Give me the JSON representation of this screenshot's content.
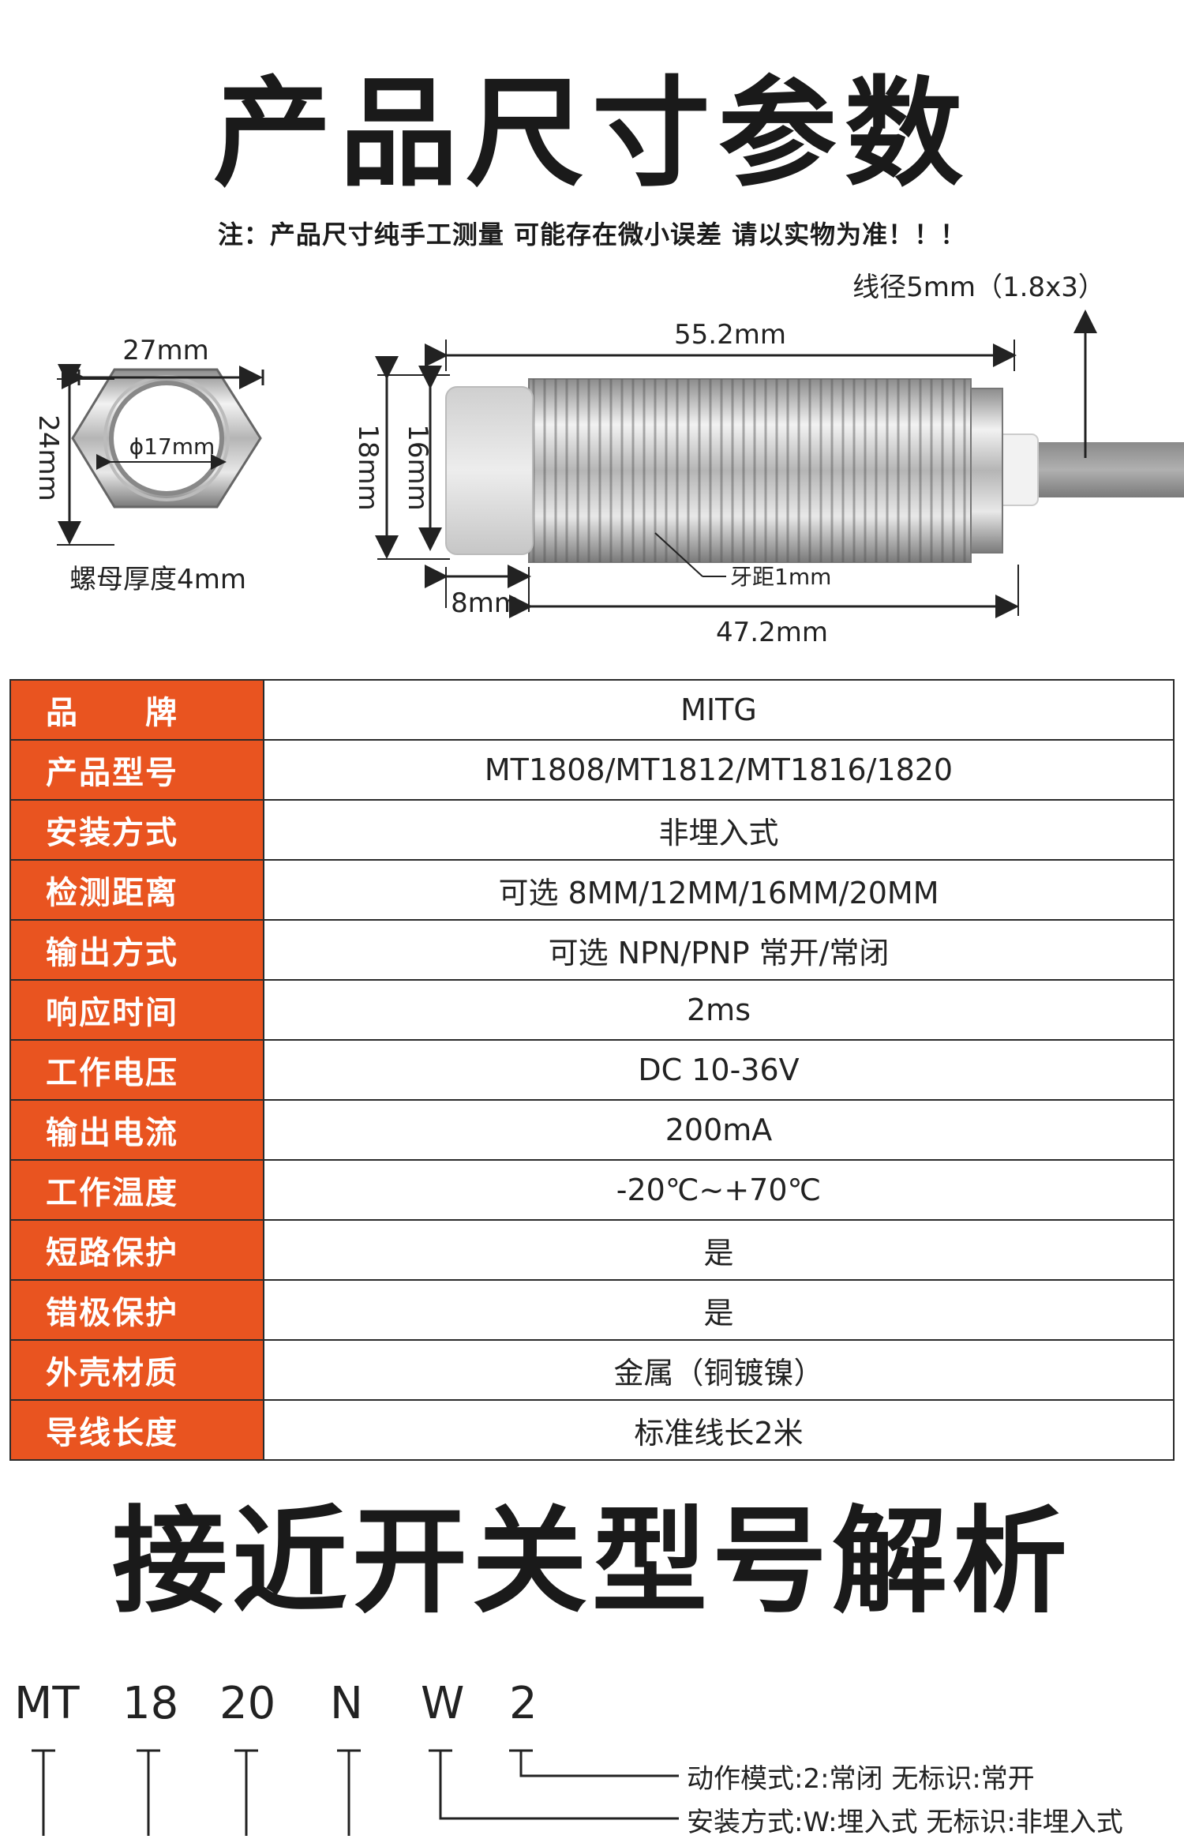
{
  "header": {
    "title": "产品尺寸参数",
    "note": "注：产品尺寸纯手工测量 可能存在微小误差 请以实物为准！！！"
  },
  "diagram": {
    "cable": "线径5mm（1.8x3）",
    "nut_width": "27mm",
    "nut_height": "24mm",
    "nut_inner": "ϕ17mm",
    "nut_thickness": "螺母厚度4mm",
    "total_length": "55.2mm",
    "body_diameter": "18mm",
    "cap_diameter": "16mm",
    "thread_pitch": "牙距1mm",
    "cap_length": "8mm",
    "thread_length": "47.2mm"
  },
  "specs": [
    {
      "key": "品　　牌",
      "value": "MITG"
    },
    {
      "key": "产品型号",
      "value": "MT1808/MT1812/MT1816/1820"
    },
    {
      "key": "安装方式",
      "value": "非埋入式"
    },
    {
      "key": "检测距离",
      "value": "可选 8MM/12MM/16MM/20MM"
    },
    {
      "key": "输出方式",
      "value": "可选 NPN/PNP 常开/常闭"
    },
    {
      "key": "响应时间",
      "value": "2ms"
    },
    {
      "key": "工作电压",
      "value": "DC 10-36V"
    },
    {
      "key": "输出电流",
      "value": "200mA"
    },
    {
      "key": "工作温度",
      "value": "-20℃~+70℃"
    },
    {
      "key": "短路保护",
      "value": "是"
    },
    {
      "key": "错极保护",
      "value": "是"
    },
    {
      "key": "外壳材质",
      "value": "金属（铜镀镍）"
    },
    {
      "key": "导线长度",
      "value": "标准线长2米"
    }
  ],
  "model": {
    "title": "接近开关型号解析",
    "codes": [
      "MT",
      "18",
      "20",
      "N",
      "W",
      "2"
    ],
    "desc_action": "动作模式:2:常闭 无标识:常开",
    "desc_install": "安装方式:W:埋入式 无标识:非埋入式"
  }
}
